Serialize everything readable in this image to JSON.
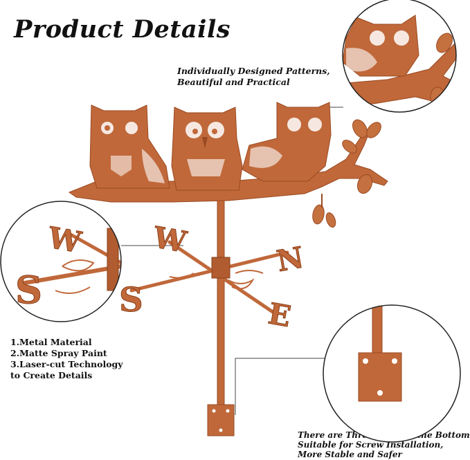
{
  "title": "Product Details",
  "captions": {
    "patterns": [
      "Individually Designed Patterns,",
      "Beautiful and Practical"
    ],
    "features": [
      "1.Metal Material",
      "2.Matte Spray Paint",
      "3.Laser-cut Technology",
      "to Create Details"
    ],
    "holes": [
      "There are Three Holes at the Bottom,",
      "Suitable for Screw Installation,",
      "More Stable and Safer"
    ]
  },
  "directions": {
    "west": "W",
    "east": "E",
    "north": "N",
    "south": "S"
  },
  "colors": {
    "rust": "#c0683a",
    "rust_dark": "#9a4a22",
    "rust_light": "#d8895a",
    "line": "#444444"
  }
}
